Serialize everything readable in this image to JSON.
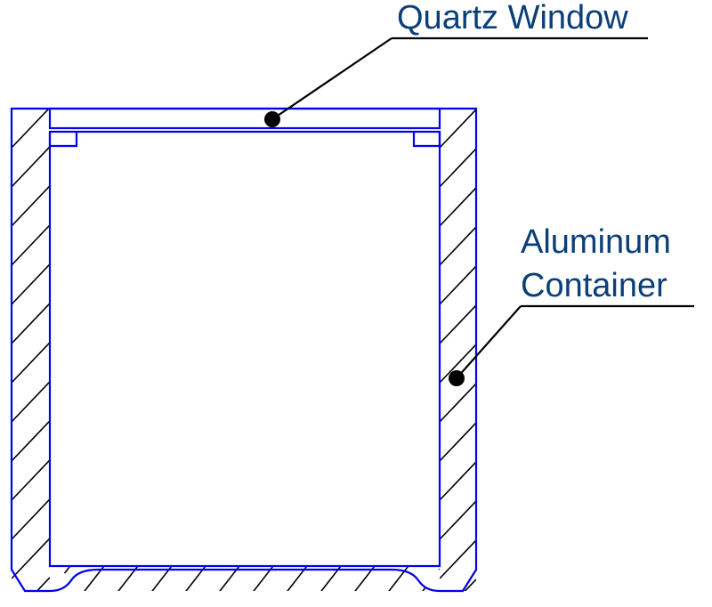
{
  "labels": {
    "quartz_window": "Quartz Window",
    "aluminum_line1": "Aluminum",
    "aluminum_line2": "Container"
  },
  "colors": {
    "outline": "#0000ee",
    "hatch": "#000000",
    "label_text": "#0b3f78",
    "leader": "#000000",
    "background": "#ffffff"
  }
}
